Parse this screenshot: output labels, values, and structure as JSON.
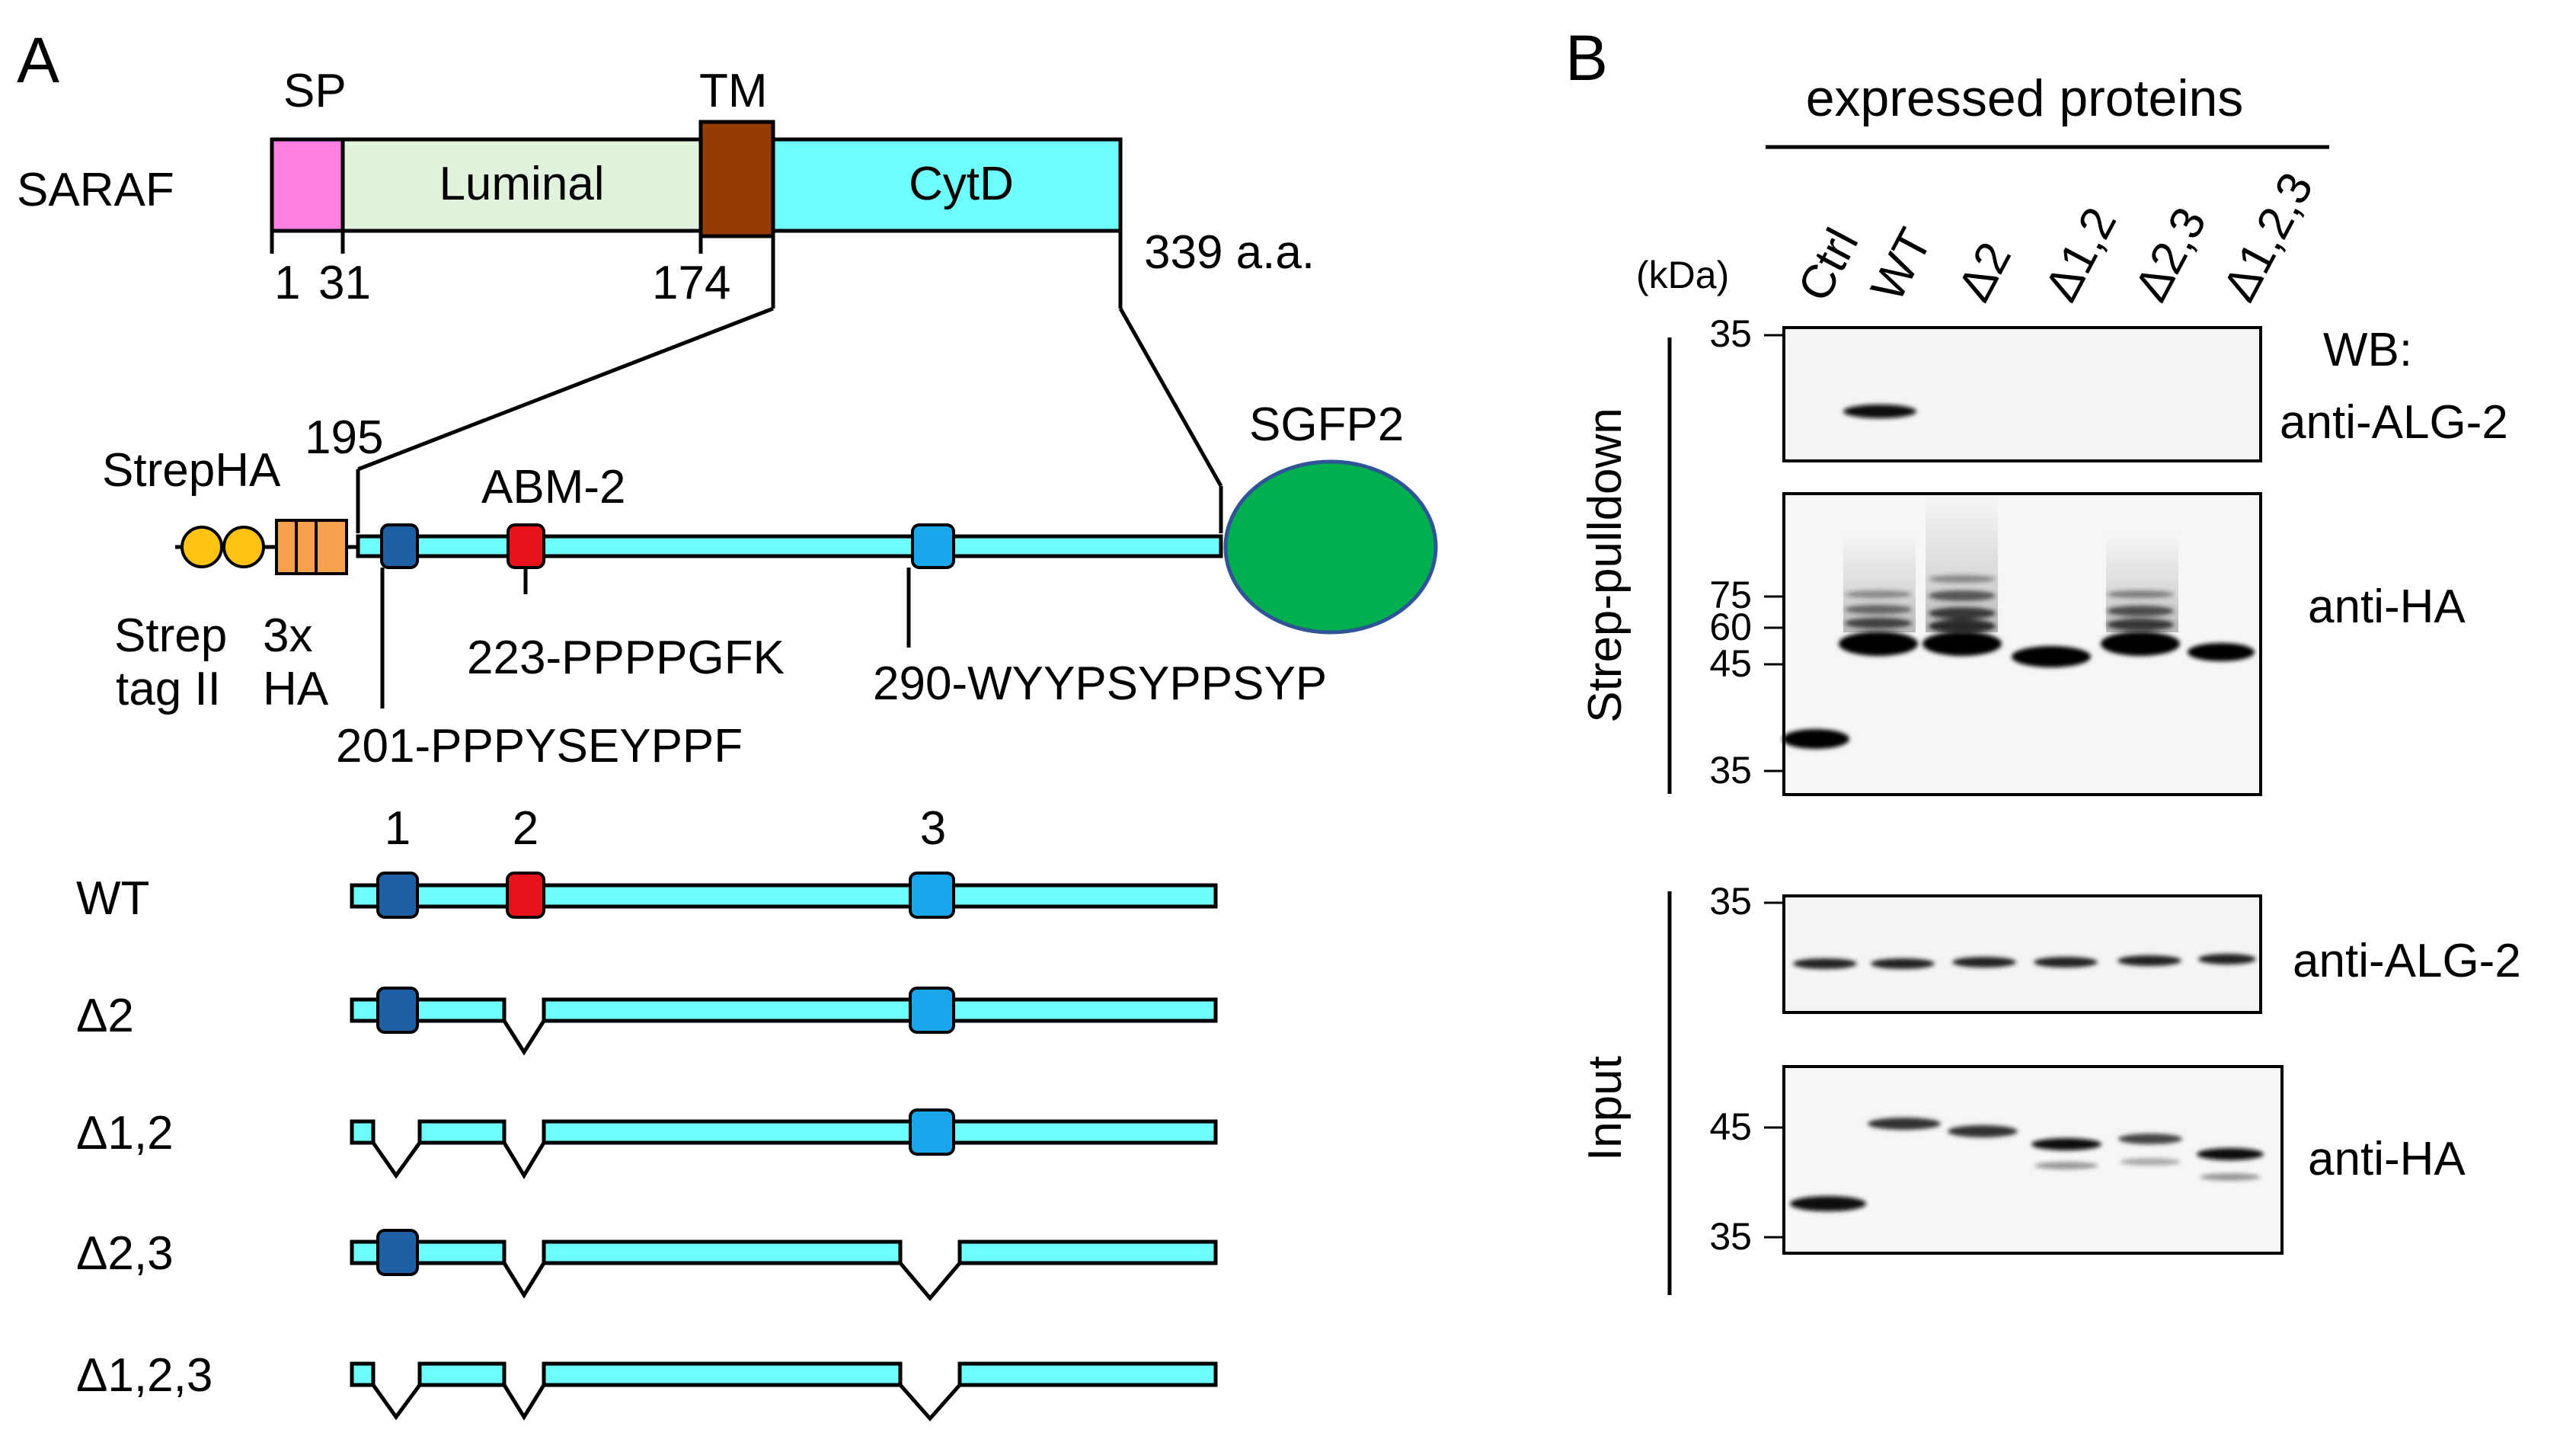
{
  "panel_a": {
    "label": "A",
    "protein_name": "SARAF",
    "domains": {
      "sp": "SP",
      "luminal": "Luminal",
      "tm": "TM",
      "cytd": "CytD"
    },
    "positions": {
      "p1": "1",
      "p31": "31",
      "p174": "174",
      "p339": "339 a.a.",
      "p195": "195"
    },
    "construct": {
      "streptag": "StrepHA",
      "abm2": "ABM-2",
      "sgfp2": "SGFP2",
      "strep_line1": "Strep",
      "strep_line2": "tag II",
      "ha_line1": "3x",
      "ha_line2": "HA",
      "motif_1": "201-PPPYSEYPPF",
      "motif_2": "223-PPPPGFK",
      "motif_3": "290-WYYPSYPPSYP"
    },
    "variant_headers": [
      "1",
      "2",
      "3"
    ],
    "variants": [
      "WT",
      "Δ2",
      "Δ1,2",
      "Δ2,3",
      "Δ1,2,3"
    ],
    "colors": {
      "sp": "#ff80e0",
      "luminal": "#e2f3dd",
      "tm": "#973b06",
      "cytd": "#6ffcfc",
      "strep": "#ffc312",
      "ha": "#f7a14e",
      "motif1": "#1f5fa4",
      "motif2": "#e8121b",
      "motif3": "#19a6ea",
      "gfp": "#00b04f"
    }
  },
  "panel_b": {
    "label": "B",
    "title": "expressed proteins",
    "kda_label": "(kDa)",
    "lanes": [
      "Ctrl",
      "WT",
      "Δ2",
      "Δ1,2",
      "Δ2,3",
      "Δ1,2,3"
    ],
    "wb_label": "WB:",
    "section_pulldown": "Strep-pulldown",
    "section_input": "Input",
    "blots": {
      "pd_alg2": {
        "antibody": "anti-ALG-2",
        "markers": [
          "35"
        ]
      },
      "pd_ha": {
        "antibody": "anti-HA",
        "markers": [
          "75",
          "60",
          "45",
          "35"
        ]
      },
      "in_alg2": {
        "antibody": "anti-ALG-2",
        "markers": [
          "35"
        ]
      },
      "in_ha": {
        "antibody": "anti-HA",
        "markers": [
          "45",
          "35"
        ]
      }
    }
  }
}
